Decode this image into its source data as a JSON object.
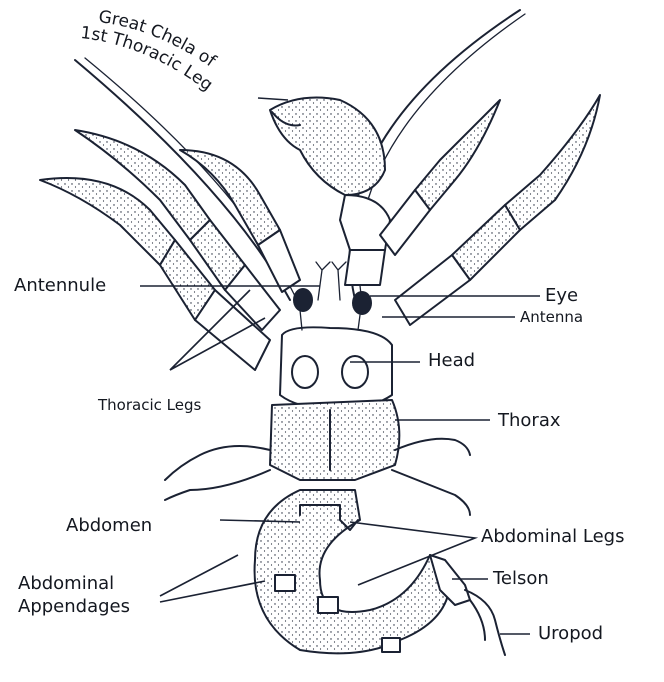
{
  "colors": {
    "ink": "#1b2233",
    "label": "#141820",
    "background": "#ffffff"
  },
  "labels": {
    "great_chela_line1": "Great Chela of",
    "great_chela_line2": "1st Thoracic Leg",
    "antennule": "Antennule",
    "eye": "Eye",
    "antenna": "Antenna",
    "head": "Head",
    "thoracic_legs": "Thoracic Legs",
    "thorax": "Thorax",
    "abdomen": "Abdomen",
    "abdominal_legs": "Abdominal Legs",
    "abdominal_appendages_line1": "Abdominal",
    "abdominal_appendages_line2": "Appendages",
    "telson": "Telson",
    "uropod": "Uropod"
  }
}
